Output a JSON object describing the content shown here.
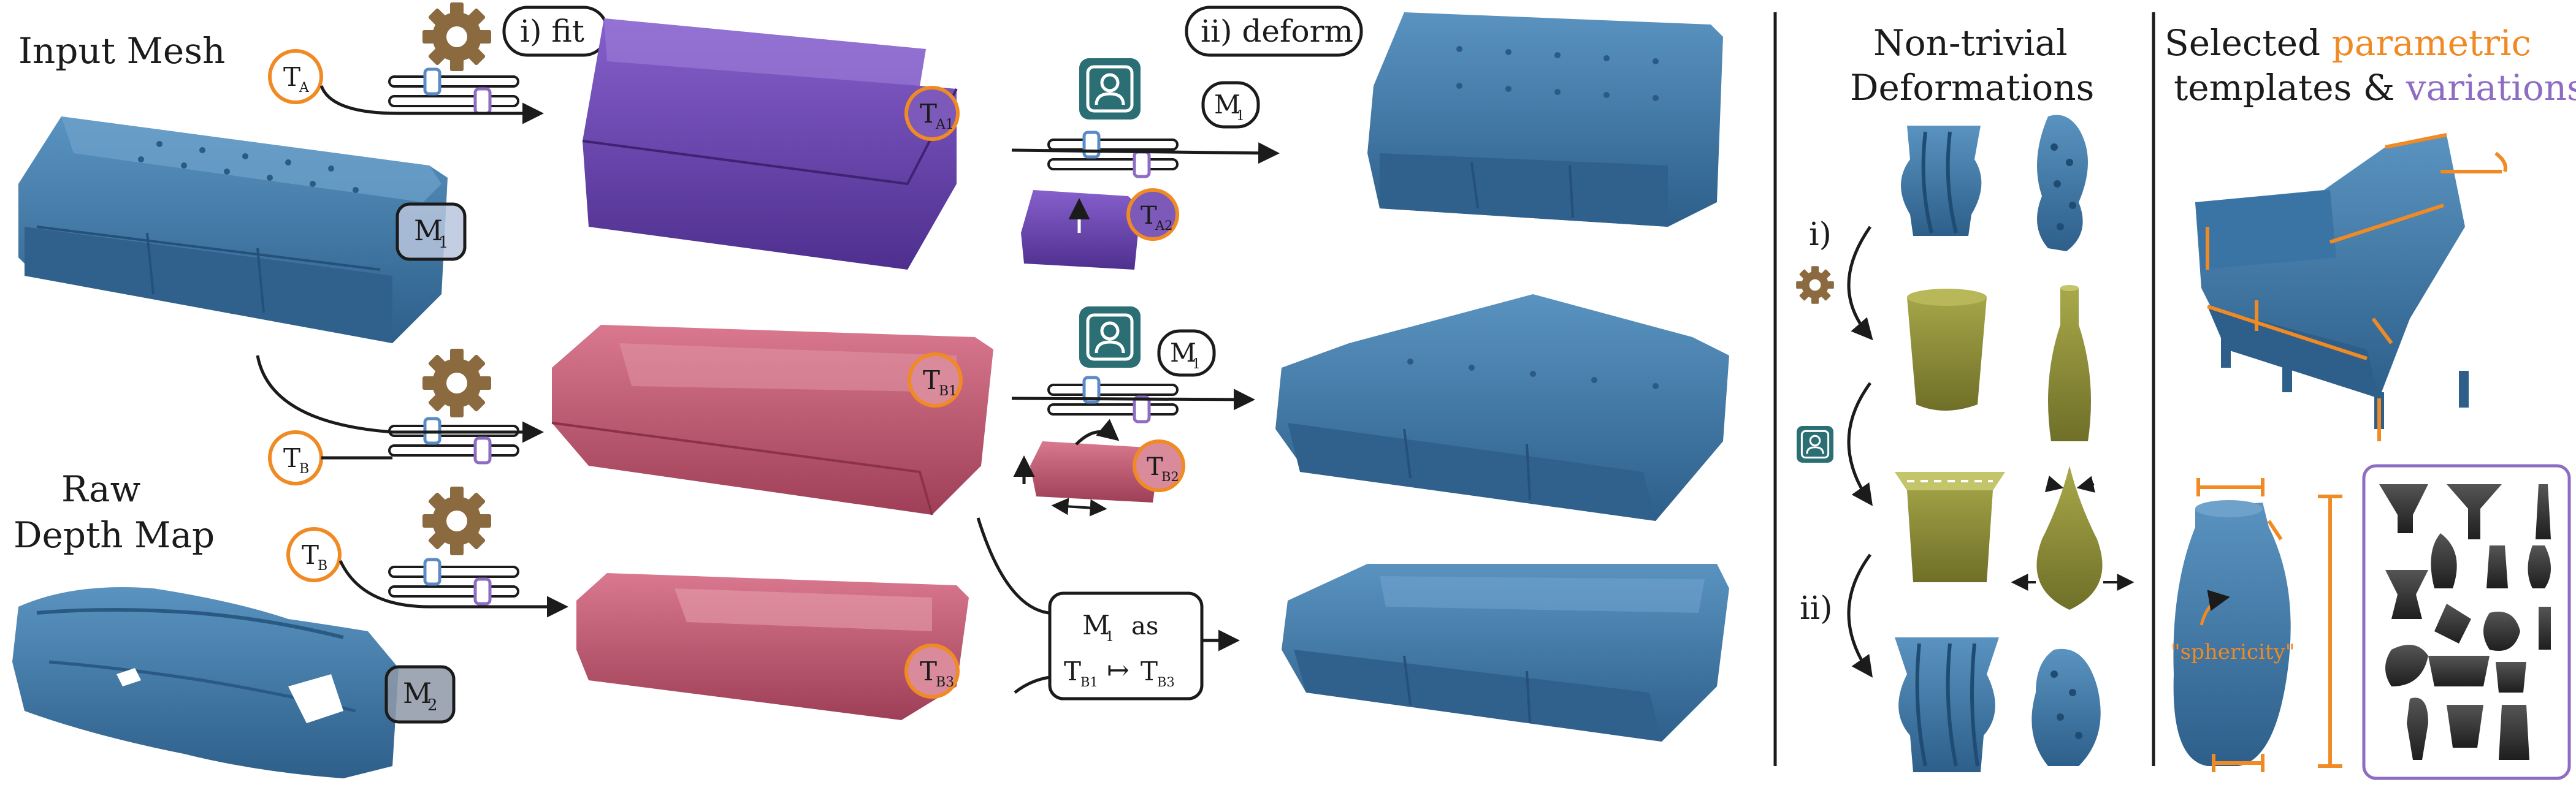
{
  "labels": {
    "input_mesh": "Input Mesh",
    "raw_depth_line1": "Raw",
    "raw_depth_line2": "Depth Map",
    "fit": "i) fit",
    "deform": "ii) deform",
    "nontrivial_line1": "Non-trivial",
    "nontrivial_line2": "Deformations",
    "selected_prefix": "Selected ",
    "selected_parametric": "parametric",
    "selected_line2_prefix": "templates & ",
    "selected_variations": "variations",
    "step_i": "i)",
    "step_ii": "ii)",
    "sphericity": "\"sphericity\"",
    "as_word": "as",
    "maps_to": "↦"
  },
  "tags": {
    "M": "M",
    "T": "T",
    "sub_1": "1",
    "sub_2": "2",
    "sub_A": "A",
    "sub_B": "B",
    "sub_A1": "A1",
    "sub_A2": "A2",
    "sub_B1": "B1",
    "sub_B2": "B2",
    "sub_B3": "B3"
  },
  "colors": {
    "mesh_blue": "#3f79a8",
    "template_purple": "#6a45b0",
    "template_pink": "#c45c74",
    "vase_olive": "#8c8c3a",
    "accent_orange": "#f08a24",
    "accent_purple": "#8e6cc4",
    "gear_brown": "#8a6a3e",
    "user_teal": "#2b6f74",
    "slider_blue": "#5b8bc7",
    "slider_purple": "#8e6cc4",
    "dark_gray": "#333333"
  },
  "icons": [
    "gear-icon",
    "user-icon",
    "slider-icon"
  ]
}
